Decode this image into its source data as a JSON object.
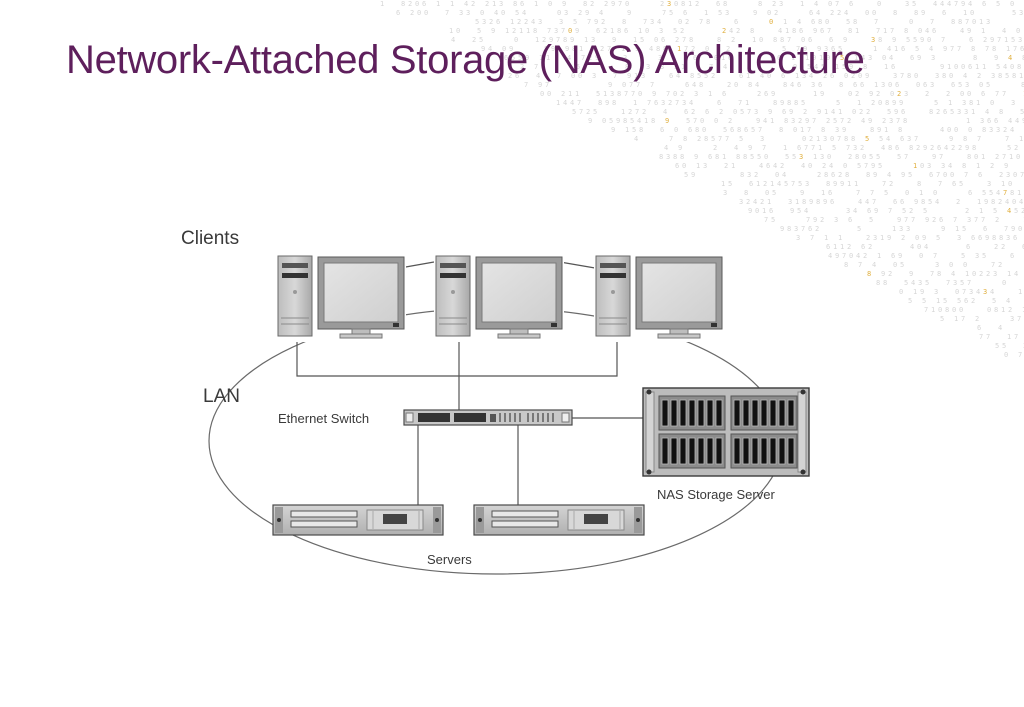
{
  "slide": {
    "title": "Network-Attached Storage (NAS) Architecture"
  },
  "diagram": {
    "labels": {
      "clients": "Clients",
      "lan": "LAN",
      "ethernet_switch": "Ethernet Switch",
      "nas_storage_server": "NAS Storage Server",
      "servers": "Servers"
    },
    "nodes": [
      {
        "id": "client-1",
        "type": "workstation"
      },
      {
        "id": "client-2",
        "type": "workstation"
      },
      {
        "id": "client-3",
        "type": "workstation"
      },
      {
        "id": "switch",
        "type": "ethernet-switch"
      },
      {
        "id": "nas",
        "type": "nas-storage-server"
      },
      {
        "id": "server-1",
        "type": "rack-server"
      },
      {
        "id": "server-2",
        "type": "rack-server"
      }
    ],
    "edges": [
      [
        "client-1",
        "client-2"
      ],
      [
        "client-2",
        "client-3"
      ],
      [
        "client-2",
        "switch"
      ],
      [
        "client-1",
        "switch"
      ],
      [
        "client-3",
        "switch"
      ],
      [
        "switch",
        "nas"
      ],
      [
        "switch",
        "server-1"
      ],
      [
        "switch",
        "server-2"
      ]
    ]
  },
  "colors": {
    "title": "#5e1f5c",
    "accent_digit": "#e0b040"
  }
}
